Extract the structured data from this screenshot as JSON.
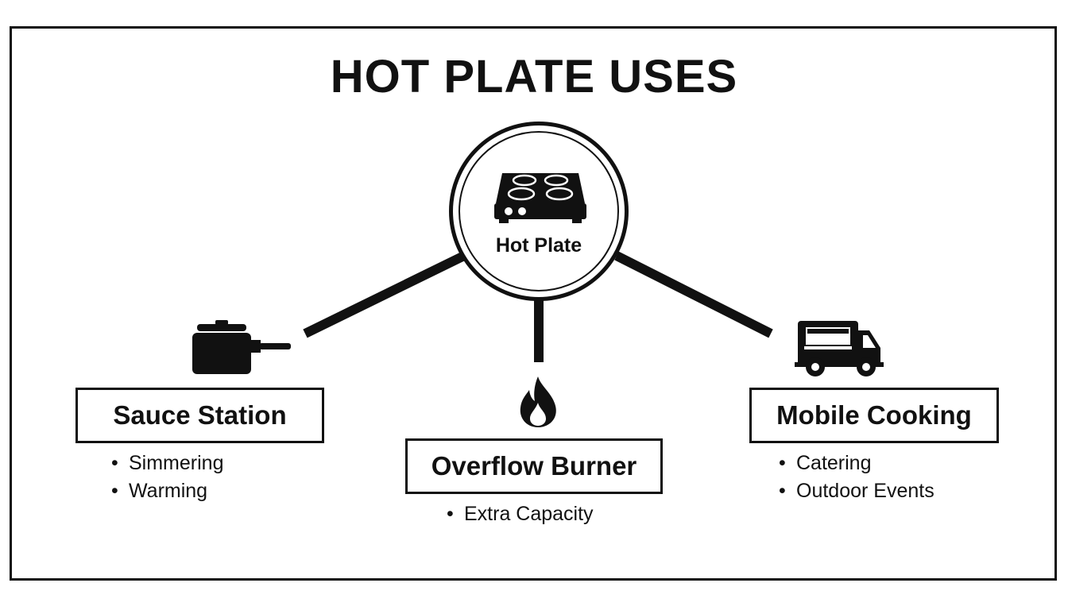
{
  "title": "HOT PLATE USES",
  "hub": {
    "label": "Hot Plate",
    "icon": "hot-plate-icon"
  },
  "branches": [
    {
      "id": "sauce-station",
      "label": "Sauce Station",
      "icon": "saucepan-icon",
      "items": [
        "Simmering",
        "Warming"
      ]
    },
    {
      "id": "overflow-burner",
      "label": "Overflow Burner",
      "icon": "flame-icon",
      "items": [
        "Extra Capacity"
      ]
    },
    {
      "id": "mobile-cooking",
      "label": "Mobile Cooking",
      "icon": "food-truck-icon",
      "items": [
        "Catering",
        "Outdoor Events"
      ]
    }
  ],
  "colors": {
    "ink": "#111111",
    "background": "#ffffff"
  }
}
